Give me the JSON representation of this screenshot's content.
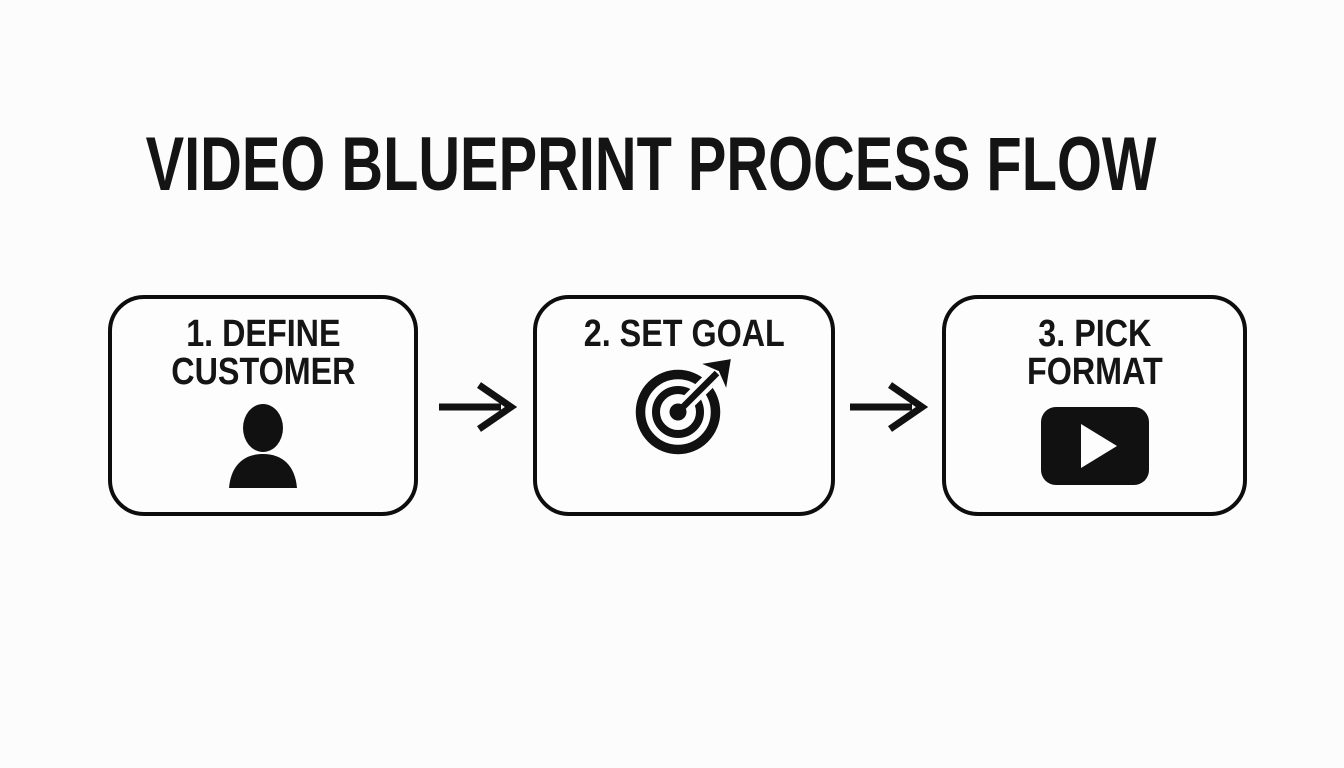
{
  "title": "VIDEO BLUEPRINT PROCESS FLOW",
  "diagram_type": "process-flow",
  "steps": [
    {
      "order": 1,
      "lines": [
        "1. DEFINE",
        "CUSTOMER"
      ],
      "full_label": "1. DEFINE CUSTOMER",
      "icon": "person-icon"
    },
    {
      "order": 2,
      "lines": [
        "2. SET GOAL"
      ],
      "full_label": "2. SET GOAL",
      "icon": "target-arrow-icon"
    },
    {
      "order": 3,
      "lines": [
        "3. PICK",
        "FORMAT"
      ],
      "full_label": "3. PICK FORMAT",
      "icon": "video-play-icon"
    }
  ],
  "connectors": [
    {
      "from": 1,
      "to": 2,
      "glyph": "arrow-right"
    },
    {
      "from": 2,
      "to": 3,
      "glyph": "arrow-right"
    }
  ],
  "colors": {
    "background": "#fcfcfc",
    "ink": "#111111",
    "box_border": "#0d0d0d",
    "box_fill": "#fdfdfd",
    "play_triangle": "#fdfdfd"
  }
}
